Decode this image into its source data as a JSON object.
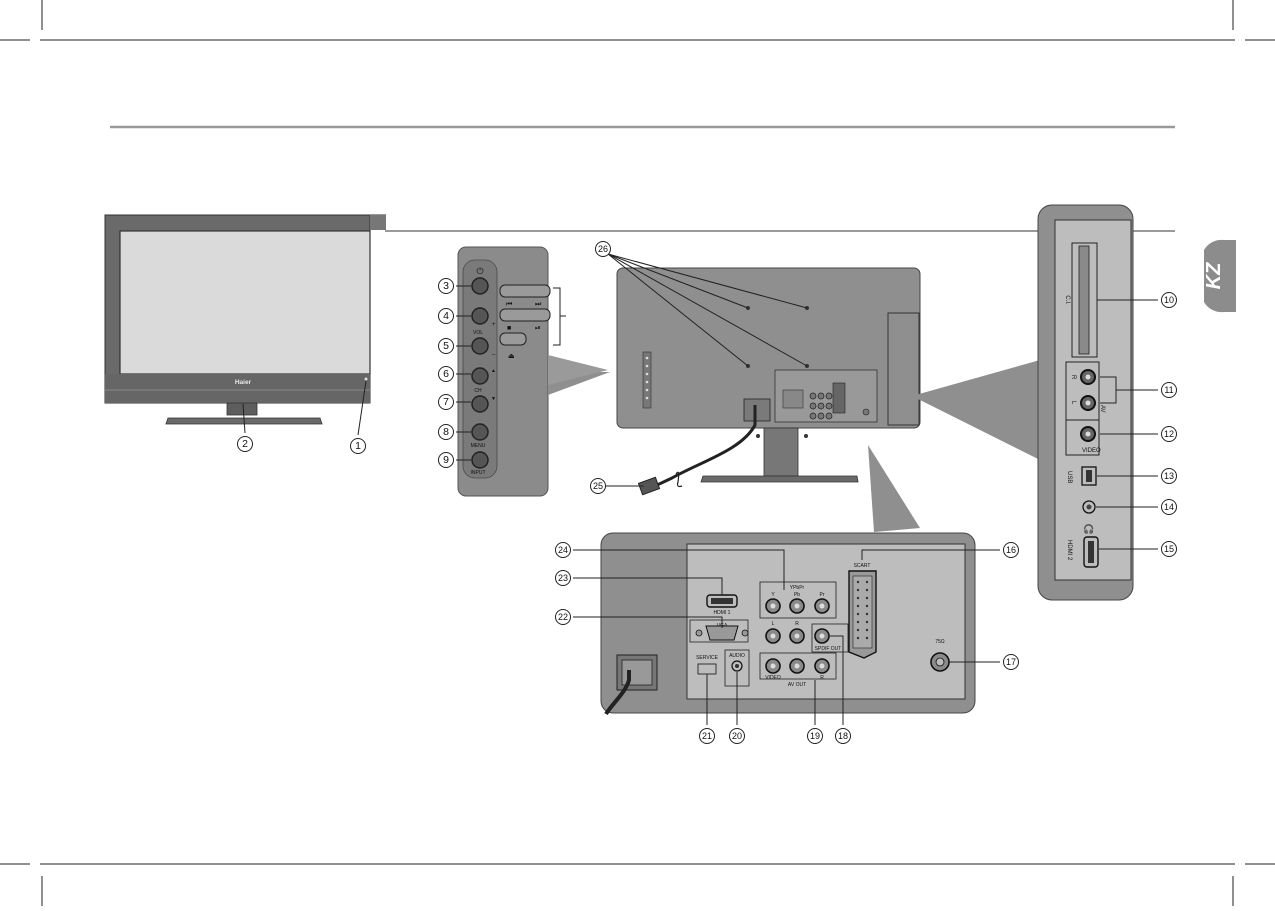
{
  "page": {
    "language_tab": "KZ"
  },
  "tv_front": {
    "brand": "Haier"
  },
  "side_buttons": {
    "vol": "VOL",
    "ch": "CH",
    "menu": "MENU",
    "input": "INPUT"
  },
  "side_panel": {
    "ci": "C.I.",
    "r": "R",
    "l": "L",
    "av": "AV",
    "video": "VIDEO",
    "usb": "USB",
    "hdmi2": "HDMI 2"
  },
  "back_panel": {
    "scart": "SCART",
    "hdmi1": "HDMI 1",
    "ypbpr": "YPbPr",
    "y": "Y",
    "pb": "Pb",
    "pr": "Pr",
    "l": "L",
    "r": "R",
    "vga": "VGA",
    "spdif_out": "SPDIF OUT",
    "audio": "AUDIO",
    "service": "SERVICE",
    "video": "VIDEO",
    "av_out": "AV OUT",
    "r2": "R",
    "ohm": "75Ω"
  },
  "callouts": [
    "1",
    "2",
    "3",
    "4",
    "5",
    "6",
    "7",
    "8",
    "9",
    "10",
    "11",
    "12",
    "13",
    "14",
    "15",
    "16",
    "17",
    "18",
    "19",
    "20",
    "21",
    "22",
    "23",
    "24",
    "25",
    "26"
  ]
}
